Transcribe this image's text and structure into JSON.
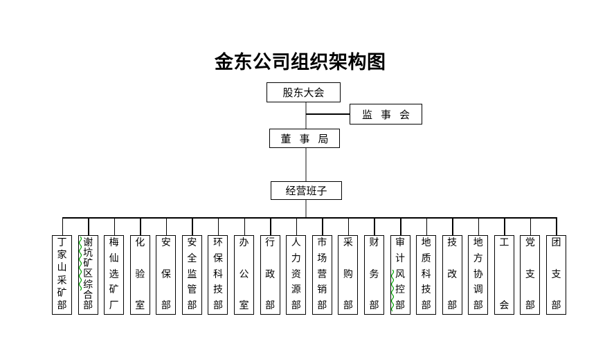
{
  "title": "金东公司组织架构图",
  "hierarchy": {
    "shareholders_meeting": {
      "label": "股东大会"
    },
    "supervisory_board": {
      "label": "监事会"
    },
    "board_of_directors": {
      "label": "董事局"
    },
    "management_team": {
      "label": "经营班子"
    }
  },
  "departments": [
    {
      "label": "丁家山采矿部"
    },
    {
      "label": "谢坑矿区综合部"
    },
    {
      "label": "梅仙选矿厂"
    },
    {
      "label": "化验室"
    },
    {
      "label": "安保部"
    },
    {
      "label": "安全监管部"
    },
    {
      "label": "环保科技部"
    },
    {
      "label": "办公室"
    },
    {
      "label": "行政部"
    },
    {
      "label": "人力资源部"
    },
    {
      "label": "市场营销部"
    },
    {
      "label": "采购部"
    },
    {
      "label": "财务部"
    },
    {
      "label": "审计风控部"
    },
    {
      "label": "地质科技部"
    },
    {
      "label": "技改部"
    },
    {
      "label": "地方协调部"
    },
    {
      "label": "工会"
    },
    {
      "label": "党支部"
    },
    {
      "label": "团支部"
    }
  ],
  "spellcheck_marks": [
    {
      "department": "谢坑矿区综合部",
      "marked_text": "谢坑矿区综"
    },
    {
      "department": "审计风控部",
      "marked_text": "风控部"
    }
  ],
  "colors": {
    "background": "#ffffff",
    "text": "#000000",
    "box_border": "#000000",
    "connector": "#000000",
    "trunk_connector": "#888888",
    "spellcheck_underline": "#00a400"
  }
}
